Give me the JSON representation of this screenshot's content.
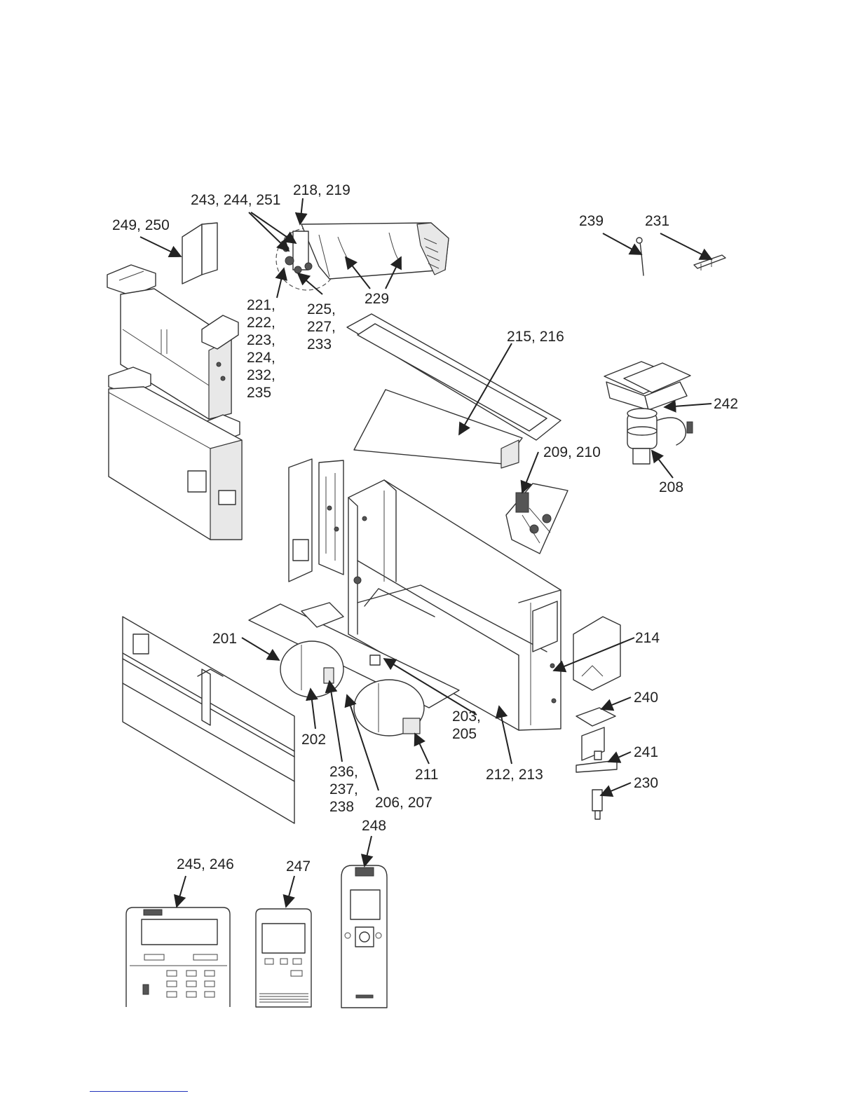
{
  "callouts": [
    {
      "id": "c-243",
      "lines": [
        "243, 244, 251"
      ]
    },
    {
      "id": "c-218",
      "lines": [
        "218, 219"
      ]
    },
    {
      "id": "c-249",
      "lines": [
        "249, 250"
      ]
    },
    {
      "id": "c-239",
      "lines": [
        "239"
      ]
    },
    {
      "id": "c-231",
      "lines": [
        "231"
      ]
    },
    {
      "id": "c-221",
      "lines": [
        "221,",
        "222,",
        "223,",
        "224,",
        "232,",
        "235"
      ]
    },
    {
      "id": "c-225",
      "lines": [
        "225,",
        "227,",
        "233"
      ]
    },
    {
      "id": "c-229",
      "lines": [
        "229"
      ]
    },
    {
      "id": "c-215",
      "lines": [
        "215, 216"
      ]
    },
    {
      "id": "c-242",
      "lines": [
        "242"
      ]
    },
    {
      "id": "c-209",
      "lines": [
        "209, 210"
      ]
    },
    {
      "id": "c-208",
      "lines": [
        "208"
      ]
    },
    {
      "id": "c-201",
      "lines": [
        "201"
      ]
    },
    {
      "id": "c-214",
      "lines": [
        "214"
      ]
    },
    {
      "id": "c-240",
      "lines": [
        "240"
      ]
    },
    {
      "id": "c-203",
      "lines": [
        "203,",
        "205"
      ]
    },
    {
      "id": "c-202",
      "lines": [
        "202"
      ]
    },
    {
      "id": "c-241",
      "lines": [
        "241"
      ]
    },
    {
      "id": "c-230",
      "lines": [
        "230"
      ]
    },
    {
      "id": "c-211",
      "lines": [
        "211"
      ]
    },
    {
      "id": "c-212",
      "lines": [
        "212, 213"
      ]
    },
    {
      "id": "c-236",
      "lines": [
        "236,",
        "237,",
        "238"
      ]
    },
    {
      "id": "c-206",
      "lines": [
        "206, 207"
      ]
    },
    {
      "id": "c-248",
      "lines": [
        "248"
      ]
    },
    {
      "id": "c-245",
      "lines": [
        "245, 246"
      ]
    },
    {
      "id": "c-247",
      "lines": [
        "247"
      ]
    }
  ]
}
